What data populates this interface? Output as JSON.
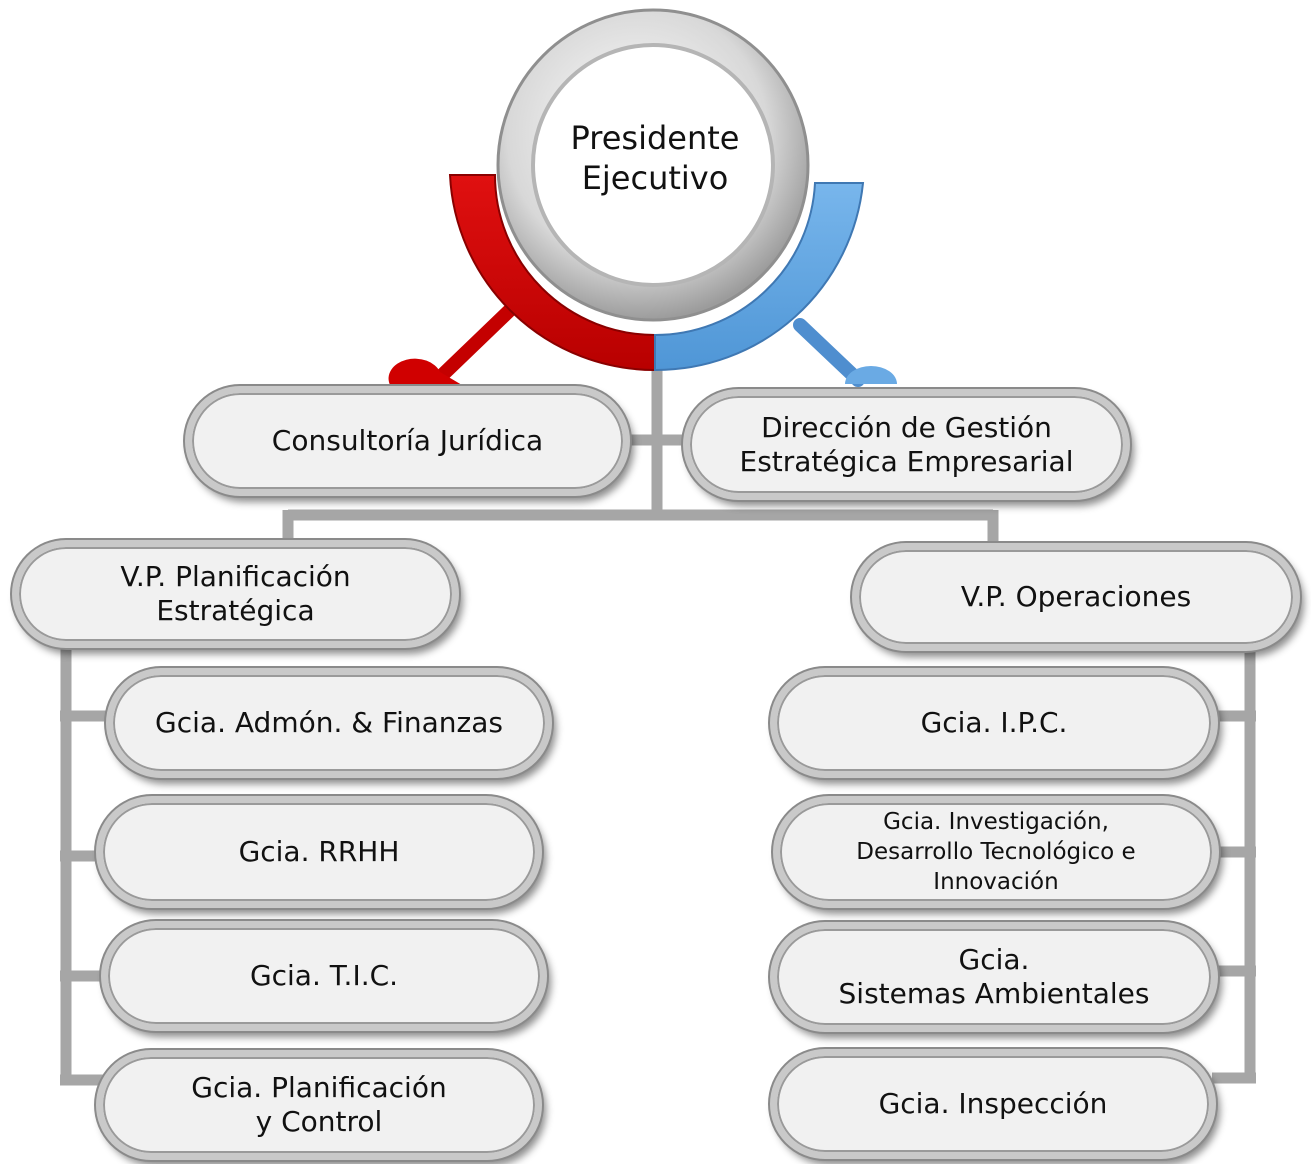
{
  "top": {
    "label": "Presidente\nEjecutivo"
  },
  "staff": {
    "left": "Consultoría Jurídica",
    "right": "Dirección de Gestión\nEstratégica Empresarial"
  },
  "vp_left": {
    "label": "V.P. Planificación\nEstratégica",
    "items": [
      "Gcia. Admón. & Finanzas",
      "Gcia. RRHH",
      "Gcia. T.I.C.",
      "Gcia. Planificación\ny Control"
    ]
  },
  "vp_right": {
    "label": "V.P. Operaciones",
    "items": [
      "Gcia. I.P.C.",
      "Gcia. Investigación,\nDesarrollo Tecnológico e\nInnovación",
      "Gcia.\nSistemas Ambientales",
      "Gcia. Inspección"
    ]
  },
  "colors": {
    "red": "#cc0000",
    "blue": "#5ea4e0",
    "connector": "#a6a6a6"
  }
}
